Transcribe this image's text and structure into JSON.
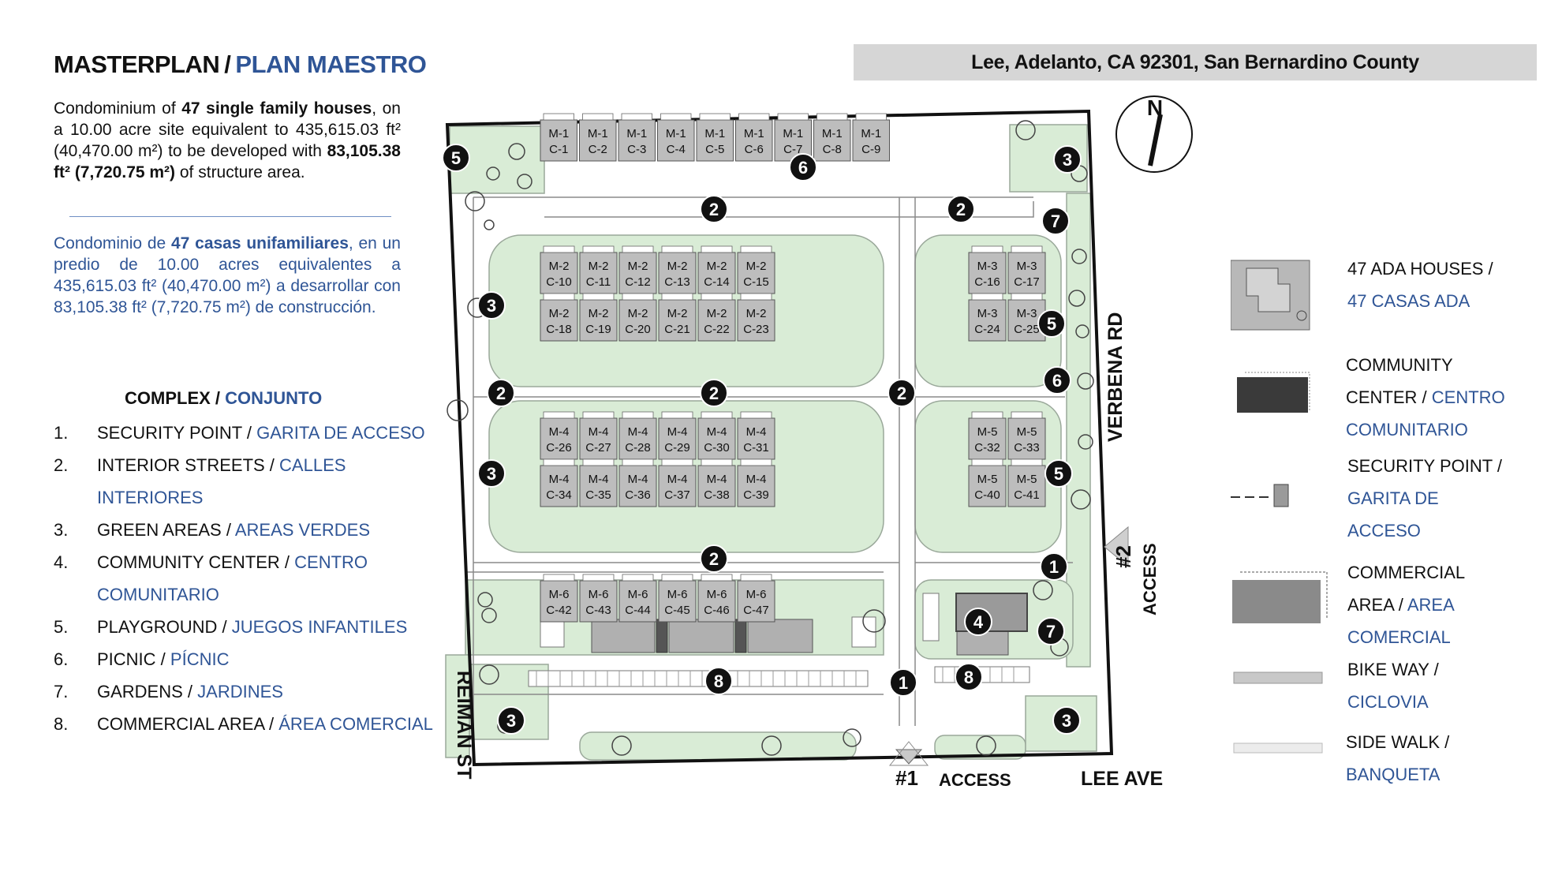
{
  "header": {
    "title_en": "MASTERPLAN",
    "title_sep": "/",
    "title_es": "PLAN MAESTRO"
  },
  "address": "Lee, Adelanto, CA 92301, San Bernardino County",
  "description_en": {
    "p1": "Condominium of ",
    "b1": "47 single family houses",
    "p2": ", on a 10.00 acre site equivalent to 435,615.03 ft² (40,470.00 m²) to be developed with ",
    "b2": "83,105.38 ft² (7,720.75 m²)",
    "p3": " of structure area."
  },
  "description_es": {
    "p1": "Condominio de ",
    "b1": "47 casas unifamiliares",
    "p2": ", en un predio de 10.00 acres equivalentes a 435,615.03 ft² (40,470.00 m²) a desarrollar con 83,105.38 ft² (7,720.75 m²) de construcción."
  },
  "complex": {
    "title_en": "COMPLEX /",
    "title_es": "CONJUNTO",
    "items": [
      {
        "num": "1.",
        "en": "SECURITY POINT / ",
        "es": "GARITA DE ACCESO"
      },
      {
        "num": "2.",
        "en": "INTERIOR STREETS / ",
        "es": "CALLES INTERIORES"
      },
      {
        "num": "3.",
        "en": "GREEN AREAS / ",
        "es": "AREAS VERDES"
      },
      {
        "num": "4.",
        "en": "COMMUNITY CENTER / ",
        "es": "CENTRO COMUNITARIO"
      },
      {
        "num": "5.",
        "en": "PLAYGROUND / ",
        "es": "JUEGOS INFANTILES"
      },
      {
        "num": "6.",
        "en": "PICNIC / ",
        "es": "PÍCNIC"
      },
      {
        "num": "7.",
        "en": "GARDENS / ",
        "es": "JARDINES"
      },
      {
        "num": "8.",
        "en": "COMMERCIAL AREA / ",
        "es": "ÁREA COMERCIAL"
      }
    ]
  },
  "map": {
    "compass": "N",
    "streets": {
      "verbena": "VERBENA RD",
      "reiman": "REIMAN ST",
      "lee": "LEE AVE"
    },
    "access": {
      "a1_num": "#1",
      "a1_label": "ACCESS",
      "a2_num": "#2",
      "a2_label": "ACCESS"
    },
    "blocks": [
      {
        "model": "M-1",
        "units": [
          "C-1",
          "C-2",
          "C-3",
          "C-4",
          "C-5",
          "C-6",
          "C-7",
          "C-8",
          "C-9"
        ]
      },
      {
        "model": "M-2",
        "units": [
          "C-10",
          "C-11",
          "C-12",
          "C-13",
          "C-14",
          "C-15"
        ]
      },
      {
        "model": "M-2",
        "units": [
          "C-18",
          "C-19",
          "C-20",
          "C-21",
          "C-22",
          "C-23"
        ]
      },
      {
        "model": "M-3",
        "units": [
          "C-16",
          "C-17"
        ]
      },
      {
        "model": "M-3",
        "units": [
          "C-24",
          "C-25"
        ]
      },
      {
        "model": "M-4",
        "units": [
          "C-26",
          "C-27",
          "C-28",
          "C-29",
          "C-30",
          "C-31"
        ]
      },
      {
        "model": "M-4",
        "units": [
          "C-34",
          "C-35",
          "C-36",
          "C-37",
          "C-38",
          "C-39"
        ]
      },
      {
        "model": "M-5",
        "units": [
          "C-32",
          "C-33"
        ]
      },
      {
        "model": "M-5",
        "units": [
          "C-40",
          "C-41"
        ]
      },
      {
        "model": "M-6",
        "units": [
          "C-42",
          "C-43",
          "C-44",
          "C-45",
          "C-46",
          "C-47"
        ]
      }
    ],
    "markers": [
      "1",
      "2",
      "3",
      "4",
      "5",
      "6",
      "7",
      "8"
    ]
  },
  "legend": [
    {
      "l1": "47 ADA HOUSES /",
      "l2": "47 CASAS ADA"
    },
    {
      "l1": "COMMUNITY",
      "l1b": "CENTER / ",
      "l2b": "CENTRO",
      "l2": "COMUNITARIO"
    },
    {
      "l1": "SECURITY POINT /",
      "l2": "GARITA DE",
      "l3": "ACCESO"
    },
    {
      "l1": "COMMERCIAL",
      "l1b": "AREA / ",
      "l2b": "AREA",
      "l2": "COMERCIAL"
    },
    {
      "l1": "BIKE WAY /",
      "l2": "CICLOVIA"
    },
    {
      "l1": "SIDE WALK /",
      "l2": "BANQUETA"
    }
  ],
  "colors": {
    "green_area": "#d9ecd6",
    "house": "#bdbdbd",
    "community": "#3a3a3a",
    "commercial": "#8a8a8a",
    "accent_blue": "#2f5596",
    "banner": "#d6d6d6"
  }
}
